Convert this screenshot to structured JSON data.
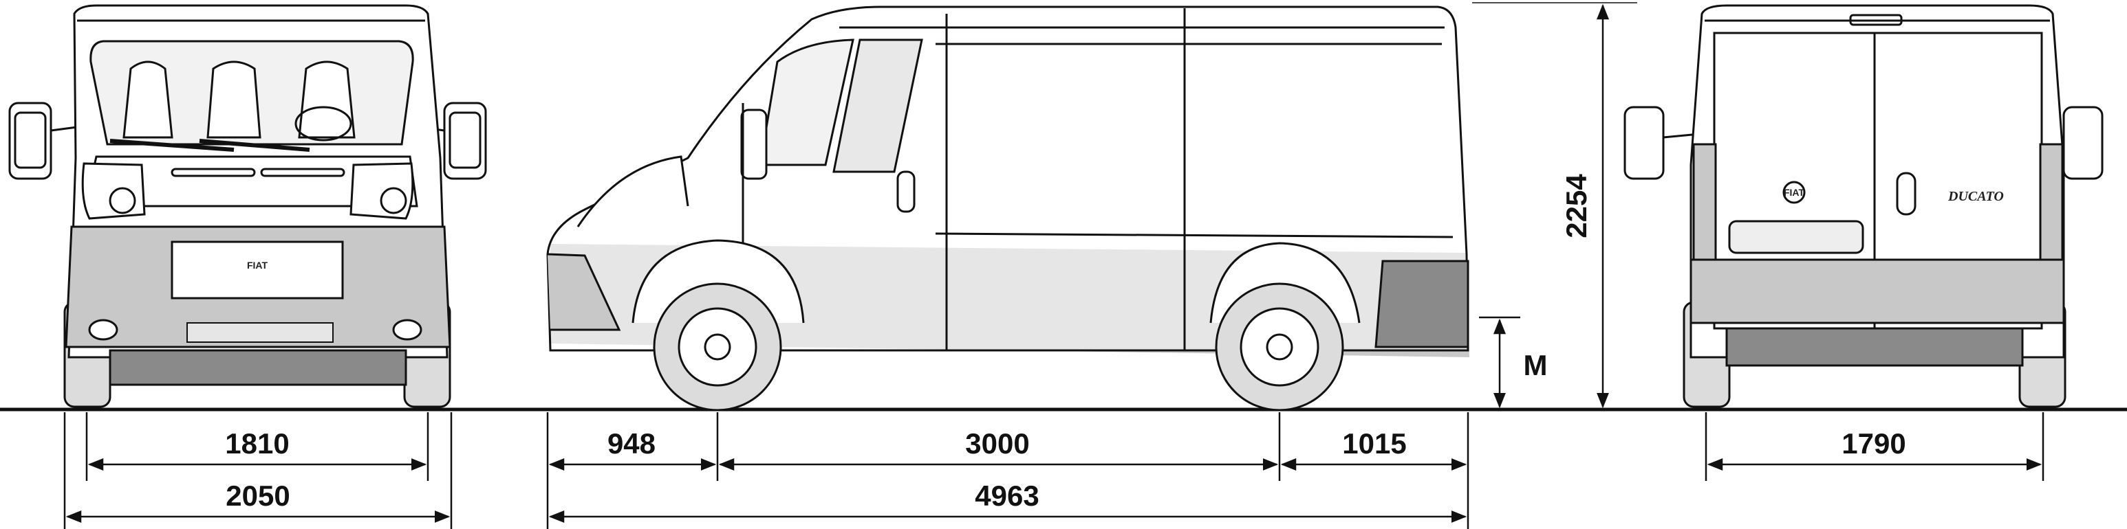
{
  "dimensions": {
    "front_track": "1810",
    "front_width": "2050",
    "front_overhang": "948",
    "wheelbase": "3000",
    "rear_overhang": "1015",
    "overall_length": "4963",
    "rear_track": "1790",
    "overall_height": "2254",
    "ground_clearance": "M"
  },
  "badges": {
    "grille_logo": "FIAT",
    "rear_logo": "FIAT",
    "model_script": "DUCATO"
  },
  "colors": {
    "line": "#111111",
    "body_shade": "#c8c8c8",
    "dark_shade": "#8a8a8a",
    "tire": "#dcdcdc"
  }
}
